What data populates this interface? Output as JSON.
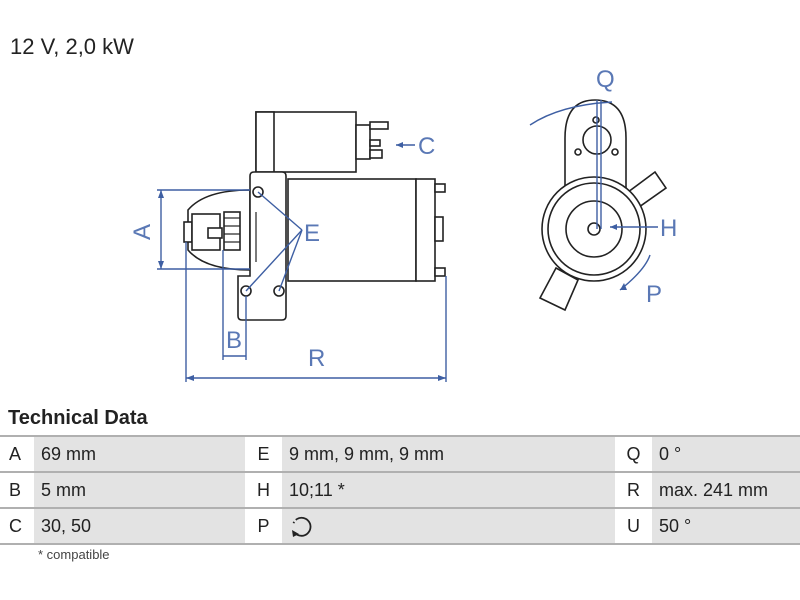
{
  "header": {
    "title": "12 V, 2,0 kW"
  },
  "drawing": {
    "labels": {
      "A": "A",
      "B": "B",
      "C": "C",
      "E": "E",
      "R": "R",
      "Q": "Q",
      "H": "H",
      "P": "P"
    },
    "accent_color": "#3e5fa3"
  },
  "technical_data": {
    "heading": "Technical Data",
    "rows": [
      [
        {
          "key": "A",
          "value": "69 mm"
        },
        {
          "key": "E",
          "value": "9 mm, 9 mm, 9 mm"
        },
        {
          "key": "Q",
          "value": "0 °"
        }
      ],
      [
        {
          "key": "B",
          "value": "5 mm"
        },
        {
          "key": "H",
          "value": "10;11 *"
        },
        {
          "key": "R",
          "value": "max. 241 mm"
        }
      ],
      [
        {
          "key": "C",
          "value": "30, 50"
        },
        {
          "key": "P",
          "value": "",
          "icon": "rotation-counterclockwise-icon"
        },
        {
          "key": "U",
          "value": "50 °"
        }
      ]
    ],
    "footnote": "* compatible"
  }
}
